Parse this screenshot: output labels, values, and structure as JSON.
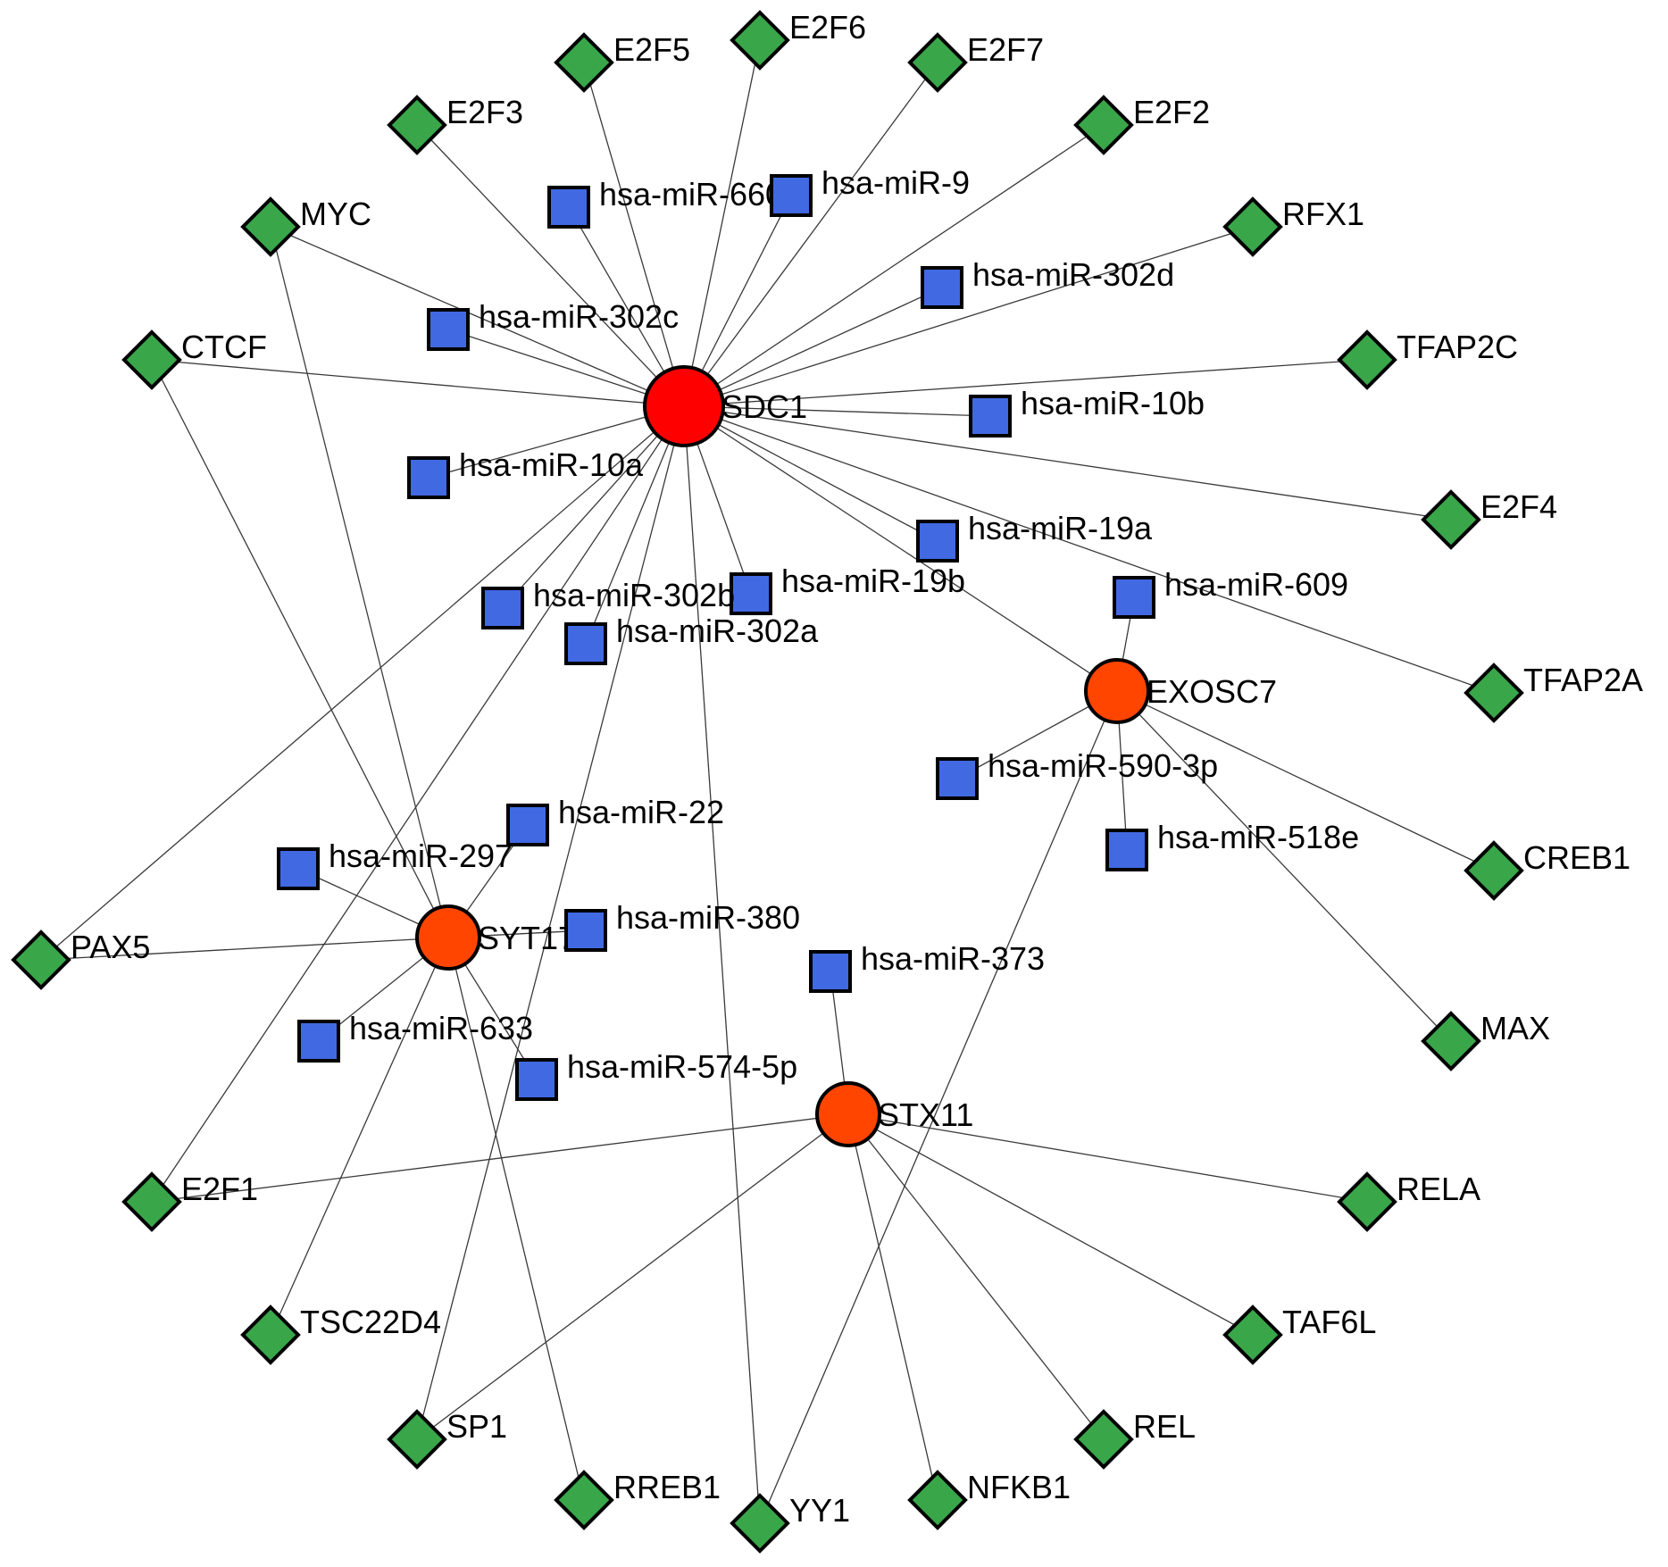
{
  "colors": {
    "gene_primary": "#ff0000",
    "gene_secondary": "#ff4500",
    "mirna": "#4169e1",
    "tf": "#3aa64a",
    "edge": "#3a3a3a"
  },
  "nodes": [
    {
      "id": "SDC1",
      "type": "gene",
      "color": "gene_primary"
    },
    {
      "id": "EXOSC7",
      "type": "gene",
      "color": "gene_secondary"
    },
    {
      "id": "SYT17",
      "type": "gene",
      "color": "gene_secondary"
    },
    {
      "id": "STX11",
      "type": "gene",
      "color": "gene_secondary"
    },
    {
      "id": "hsa-miR-660",
      "type": "mirna"
    },
    {
      "id": "hsa-miR-9",
      "type": "mirna"
    },
    {
      "id": "hsa-miR-302d",
      "type": "mirna"
    },
    {
      "id": "hsa-miR-302c",
      "type": "mirna"
    },
    {
      "id": "hsa-miR-10b",
      "type": "mirna"
    },
    {
      "id": "hsa-miR-10a",
      "type": "mirna"
    },
    {
      "id": "hsa-miR-19a",
      "type": "mirna"
    },
    {
      "id": "hsa-miR-19b",
      "type": "mirna"
    },
    {
      "id": "hsa-miR-302b",
      "type": "mirna"
    },
    {
      "id": "hsa-miR-302a",
      "type": "mirna"
    },
    {
      "id": "hsa-miR-609",
      "type": "mirna"
    },
    {
      "id": "hsa-miR-590-3p",
      "type": "mirna"
    },
    {
      "id": "hsa-miR-518e",
      "type": "mirna"
    },
    {
      "id": "hsa-miR-22",
      "type": "mirna"
    },
    {
      "id": "hsa-miR-297",
      "type": "mirna"
    },
    {
      "id": "hsa-miR-380",
      "type": "mirna"
    },
    {
      "id": "hsa-miR-373",
      "type": "mirna"
    },
    {
      "id": "hsa-miR-633",
      "type": "mirna"
    },
    {
      "id": "hsa-miR-574-5p",
      "type": "mirna"
    },
    {
      "id": "E2F5",
      "type": "tf"
    },
    {
      "id": "E2F6",
      "type": "tf"
    },
    {
      "id": "E2F7",
      "type": "tf"
    },
    {
      "id": "E2F3",
      "type": "tf"
    },
    {
      "id": "E2F2",
      "type": "tf"
    },
    {
      "id": "MYC",
      "type": "tf"
    },
    {
      "id": "RFX1",
      "type": "tf"
    },
    {
      "id": "CTCF",
      "type": "tf"
    },
    {
      "id": "TFAP2C",
      "type": "tf"
    },
    {
      "id": "E2F4",
      "type": "tf"
    },
    {
      "id": "TFAP2A",
      "type": "tf"
    },
    {
      "id": "CREB1",
      "type": "tf"
    },
    {
      "id": "PAX5",
      "type": "tf"
    },
    {
      "id": "MAX",
      "type": "tf"
    },
    {
      "id": "E2F1",
      "type": "tf"
    },
    {
      "id": "RELA",
      "type": "tf"
    },
    {
      "id": "TSC22D4",
      "type": "tf"
    },
    {
      "id": "TAF6L",
      "type": "tf"
    },
    {
      "id": "SP1",
      "type": "tf"
    },
    {
      "id": "REL",
      "type": "tf"
    },
    {
      "id": "RREB1",
      "type": "tf"
    },
    {
      "id": "YY1",
      "type": "tf"
    },
    {
      "id": "NFKB1",
      "type": "tf"
    }
  ],
  "edges": [
    [
      "SDC1",
      "E2F5"
    ],
    [
      "SDC1",
      "E2F6"
    ],
    [
      "SDC1",
      "E2F7"
    ],
    [
      "SDC1",
      "E2F3"
    ],
    [
      "SDC1",
      "E2F2"
    ],
    [
      "SDC1",
      "MYC"
    ],
    [
      "SDC1",
      "RFX1"
    ],
    [
      "SDC1",
      "CTCF"
    ],
    [
      "SDC1",
      "TFAP2C"
    ],
    [
      "SDC1",
      "E2F4"
    ],
    [
      "SDC1",
      "TFAP2A"
    ],
    [
      "SDC1",
      "PAX5"
    ],
    [
      "SDC1",
      "E2F1"
    ],
    [
      "SDC1",
      "SP1"
    ],
    [
      "SDC1",
      "YY1"
    ],
    [
      "SDC1",
      "hsa-miR-660"
    ],
    [
      "SDC1",
      "hsa-miR-9"
    ],
    [
      "SDC1",
      "hsa-miR-302d"
    ],
    [
      "SDC1",
      "hsa-miR-302c"
    ],
    [
      "SDC1",
      "hsa-miR-10b"
    ],
    [
      "SDC1",
      "hsa-miR-10a"
    ],
    [
      "SDC1",
      "hsa-miR-19a"
    ],
    [
      "SDC1",
      "hsa-miR-19b"
    ],
    [
      "SDC1",
      "hsa-miR-302b"
    ],
    [
      "SDC1",
      "hsa-miR-302a"
    ],
    [
      "SDC1",
      "EXOSC7"
    ],
    [
      "EXOSC7",
      "hsa-miR-609"
    ],
    [
      "EXOSC7",
      "hsa-miR-590-3p"
    ],
    [
      "EXOSC7",
      "hsa-miR-518e"
    ],
    [
      "EXOSC7",
      "CREB1"
    ],
    [
      "EXOSC7",
      "MAX"
    ],
    [
      "EXOSC7",
      "YY1"
    ],
    [
      "SYT17",
      "MYC"
    ],
    [
      "SYT17",
      "CTCF"
    ],
    [
      "SYT17",
      "PAX5"
    ],
    [
      "SYT17",
      "hsa-miR-22"
    ],
    [
      "SYT17",
      "hsa-miR-297"
    ],
    [
      "SYT17",
      "hsa-miR-380"
    ],
    [
      "SYT17",
      "hsa-miR-633"
    ],
    [
      "SYT17",
      "hsa-miR-574-5p"
    ],
    [
      "SYT17",
      "TSC22D4"
    ],
    [
      "SYT17",
      "RREB1"
    ],
    [
      "STX11",
      "hsa-miR-373"
    ],
    [
      "STX11",
      "E2F1"
    ],
    [
      "STX11",
      "RELA"
    ],
    [
      "STX11",
      "TAF6L"
    ],
    [
      "STX11",
      "SP1"
    ],
    [
      "STX11",
      "REL"
    ],
    [
      "STX11",
      "NFKB1"
    ]
  ]
}
